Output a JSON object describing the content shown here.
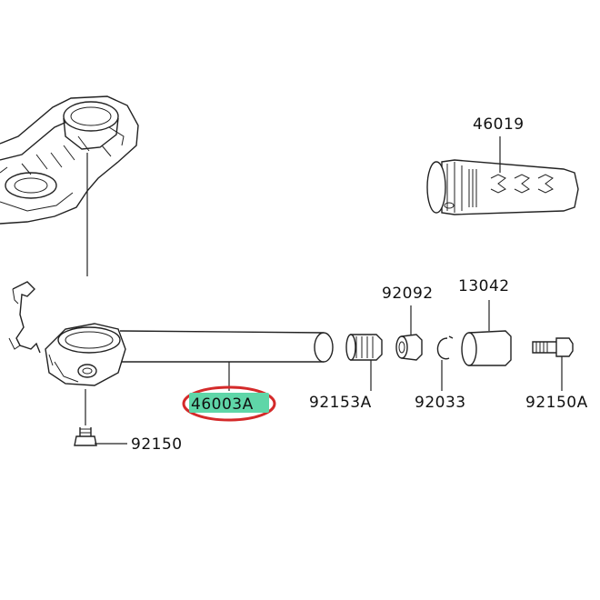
{
  "parts": {
    "grip": "46019",
    "collar": "92092",
    "weight": "13042",
    "plug": "92153A",
    "circlip": "92033",
    "end_bolt": "92150A",
    "handlebar": "46003A",
    "clamp_bolt": "92150"
  },
  "highlight": {
    "part": "46003A",
    "fill_color": "#5fd6a8",
    "ring_color": "#d42a2a"
  }
}
